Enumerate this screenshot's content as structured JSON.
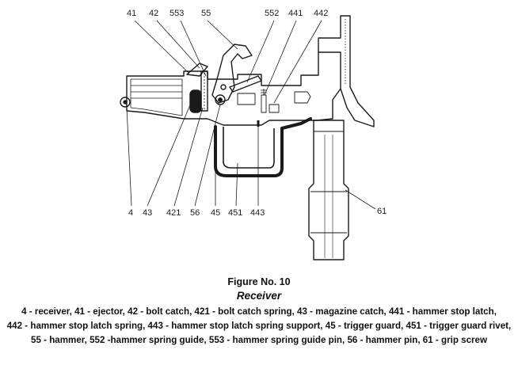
{
  "figure": {
    "number": "Figure No. 10",
    "title": "Receiver",
    "legend_lines": [
      "4 - receiver, 41 - ejector, 42 - bolt catch, 421 - bolt catch spring, 43 - magazine catch, 441 - hammer stop latch,",
      "442 - hammer stop latch spring, 443 - hammer stop latch spring support, 45 - trigger guard, 451 - trigger guard rivet,",
      "55 - hammer, 552 -hammer spring guide, 553 - hammer spring guide pin, 56 - hammer pin, 61 - grip screw"
    ]
  },
  "callouts_top": [
    "41",
    "42",
    "553",
    "55",
    "552",
    "441",
    "442"
  ],
  "callouts_bottom": [
    "4",
    "43",
    "421",
    "56",
    "45",
    "451",
    "443"
  ],
  "callouts_right": [
    "61"
  ]
}
